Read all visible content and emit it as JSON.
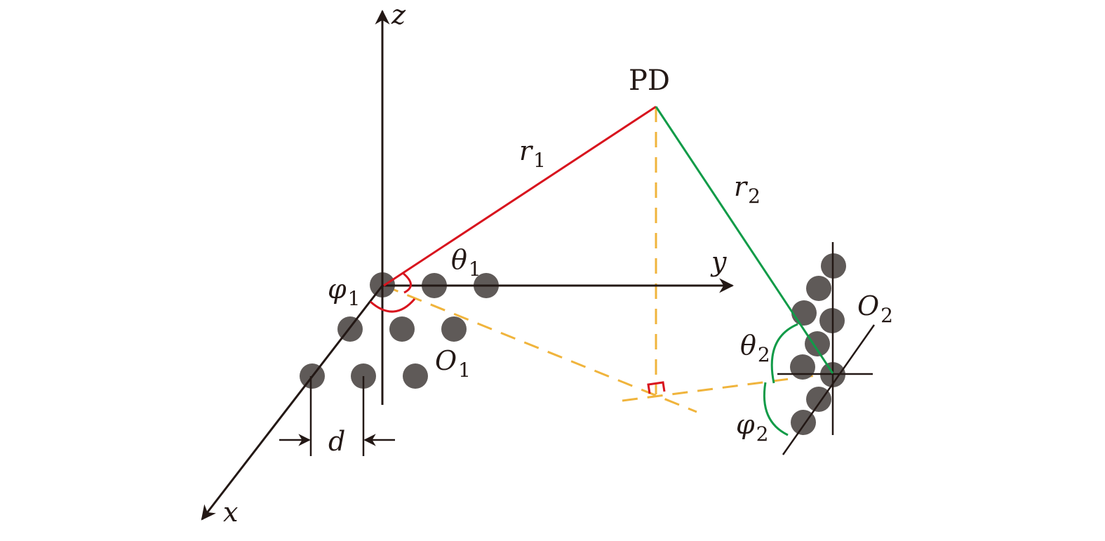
{
  "labels": {
    "z": "z",
    "y": "y",
    "x": "x",
    "pd": "PD",
    "r1": {
      "main": "r",
      "sub": "1"
    },
    "r2": {
      "main": "r",
      "sub": "2"
    },
    "theta1": {
      "main": "θ",
      "sub": "1"
    },
    "theta2": {
      "main": "θ",
      "sub": "2"
    },
    "phi1": {
      "main": "φ",
      "sub": "1"
    },
    "phi2": {
      "main": "φ",
      "sub": "2"
    },
    "o1": {
      "main": "O",
      "sub": "1"
    },
    "o2": {
      "main": "O",
      "sub": "2"
    },
    "d": "d"
  },
  "colors": {
    "axis": "#231815",
    "led": "#5f5a58",
    "r1_line": "#d8141e",
    "r2_line": "#119b48",
    "projection": "#f0b43c"
  }
}
